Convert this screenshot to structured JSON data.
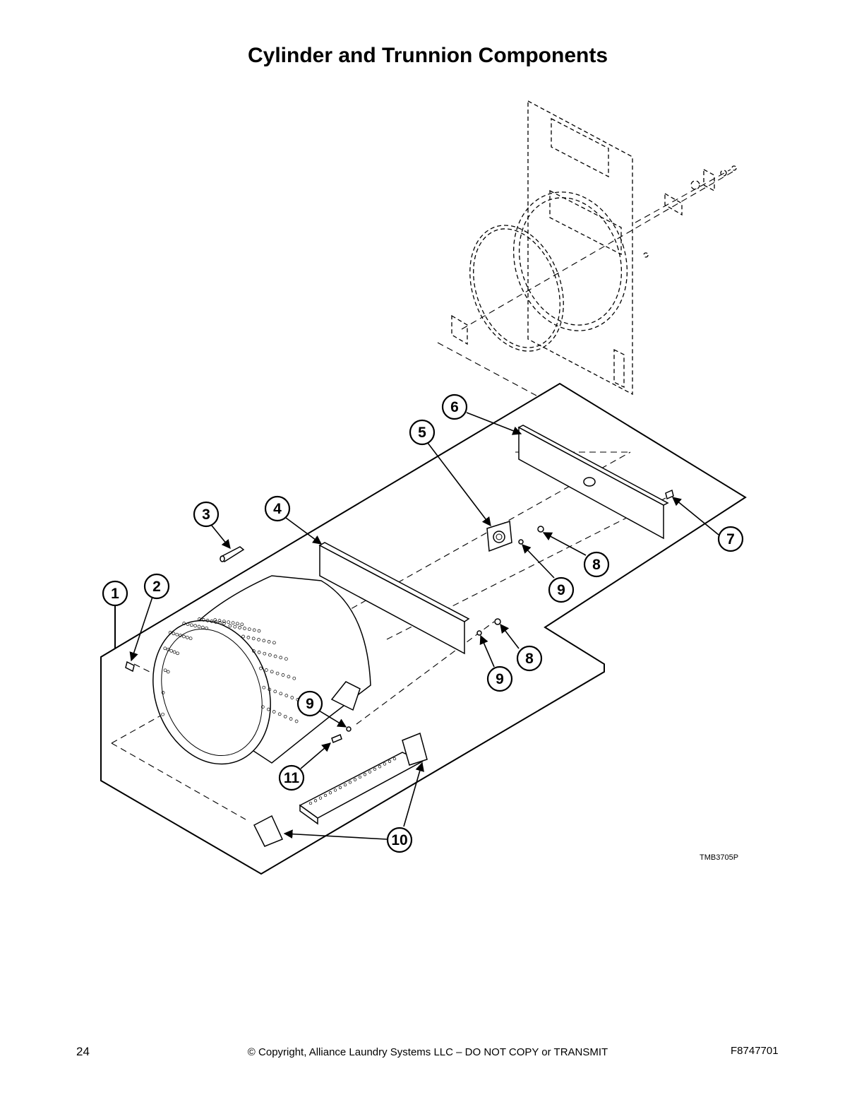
{
  "page": {
    "title": "Cylinder and Trunnion Components",
    "drawing_code": "TMB3705P",
    "page_number": "24",
    "copyright": "© Copyright, Alliance Laundry Systems LLC – DO NOT COPY or TRANSMIT",
    "document_number": "F8747701"
  },
  "callouts": [
    {
      "id": "c1",
      "label": "1"
    },
    {
      "id": "c2",
      "label": "2"
    },
    {
      "id": "c3",
      "label": "3"
    },
    {
      "id": "c4",
      "label": "4"
    },
    {
      "id": "c5",
      "label": "5"
    },
    {
      "id": "c6",
      "label": "6"
    },
    {
      "id": "c7",
      "label": "7"
    },
    {
      "id": "c8a",
      "label": "8"
    },
    {
      "id": "c8b",
      "label": "8"
    },
    {
      "id": "c9a",
      "label": "9"
    },
    {
      "id": "c9b",
      "label": "9"
    },
    {
      "id": "c9c",
      "label": "9"
    },
    {
      "id": "c10",
      "label": "10"
    },
    {
      "id": "c11",
      "label": "11"
    }
  ]
}
